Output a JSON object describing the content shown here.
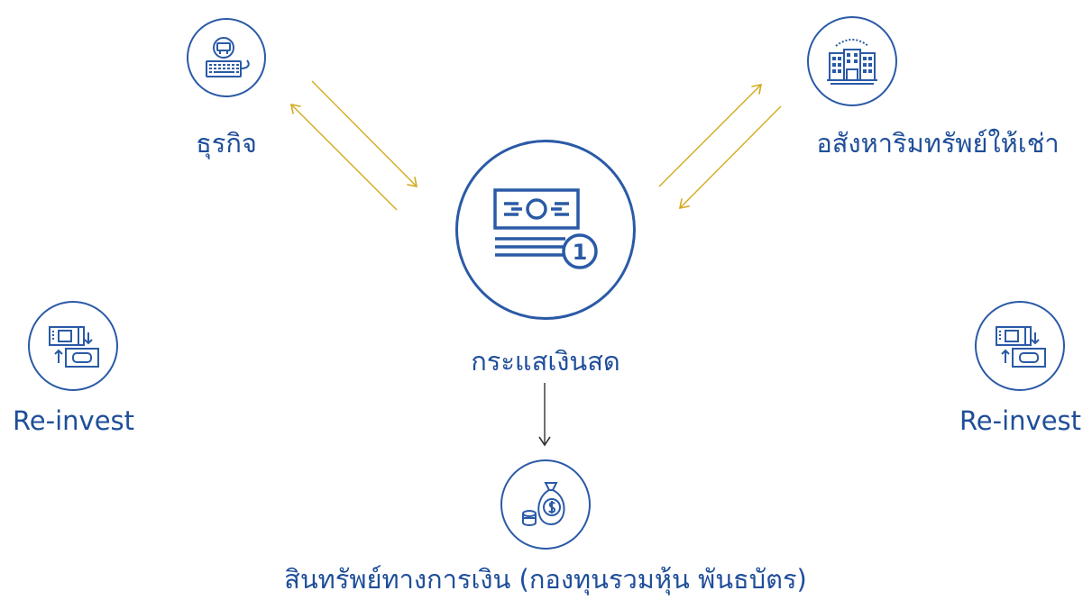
{
  "nodes": {
    "business": {
      "label": "ธุรกิจ",
      "icon": "cashier-register-icon"
    },
    "real_estate": {
      "label": "อสังหาริมทรัพย์ให้เช่า",
      "icon": "building-icon"
    },
    "cash_flow": {
      "label": "กระแสเงินสด",
      "icon": "cash-stack-icon"
    },
    "reinvest_left": {
      "label": "Re-invest",
      "icon": "reinvest-icon"
    },
    "reinvest_right": {
      "label": "Re-invest",
      "icon": "reinvest-icon"
    },
    "financial_assets": {
      "label": "สินทรัพย์ทางการเงิน (กองทุนรวมหุ้น พันธบัตร)",
      "icon": "money-bag-icon"
    }
  },
  "colors": {
    "circle": "#2a5aa6",
    "text": "#1f4e99",
    "arrow_gold": "#d4aa1e",
    "arrow_dark": "#333333"
  }
}
